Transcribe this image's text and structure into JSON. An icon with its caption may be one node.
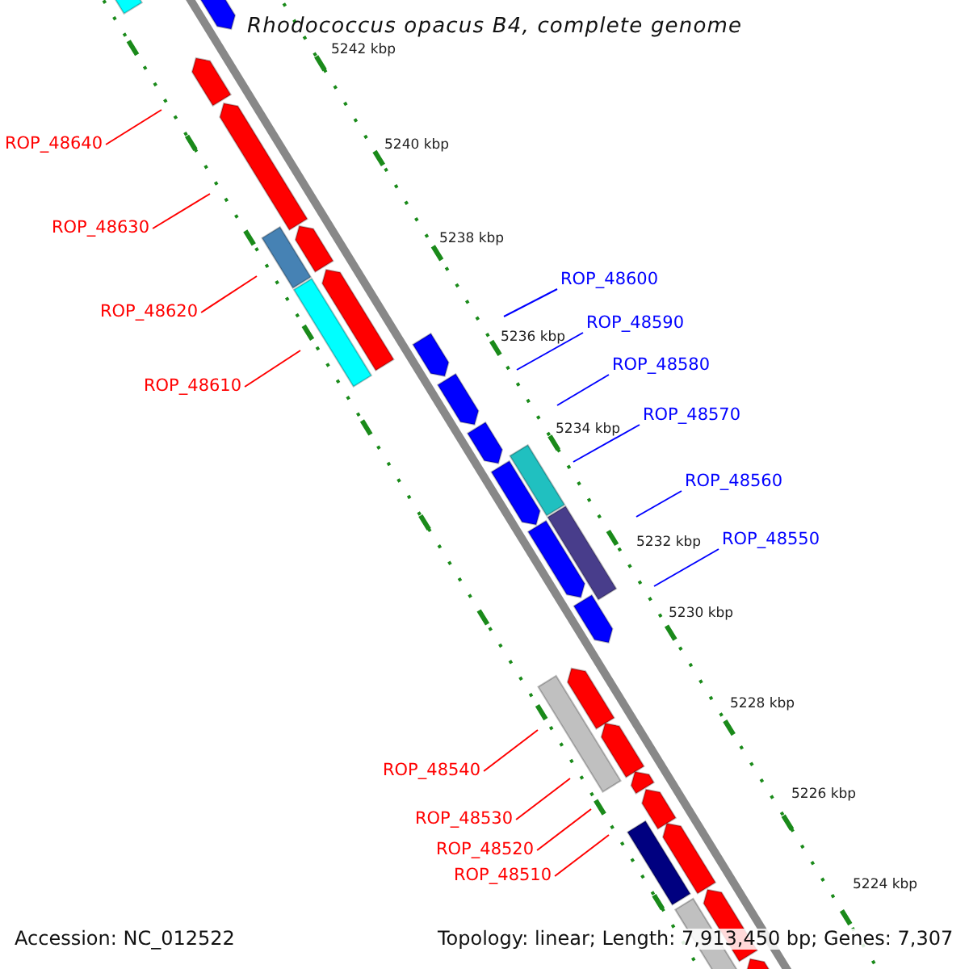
{
  "diagram": {
    "title": "Rhodococcus opacus B4, complete genome",
    "nodes": [
      {
        "text": [
          "ROP_48640"
        ]
      },
      {
        "text": [
          "ROP_48630"
        ]
      },
      {
        "text": [
          "ROP_48600"
        ]
      },
      {
        "text": [
          "ROP_48620"
        ]
      },
      {
        "text": [
          "ROP_48590"
        ]
      },
      {
        "text": [
          "ROP_48580"
        ]
      },
      {
        "text": [
          "ROP_48610"
        ]
      },
      {
        "text": [
          "ROP_48570"
        ]
      },
      {
        "text": [
          "ROP_48560"
        ]
      },
      {
        "text": [
          "ROP_48550"
        ]
      },
      {
        "text": [
          "ROP_48540"
        ]
      },
      {
        "text": [
          "ROP_48530"
        ]
      },
      {
        "text": [
          "ROP_48520"
        ]
      },
      {
        "text": [
          "ROP_48510"
        ]
      }
    ],
    "edges": [
      {
        "from": 0,
        "to": null,
        "arrow": "none"
      },
      {
        "from": 1,
        "to": null,
        "arrow": "none"
      },
      {
        "from": 2,
        "to": null,
        "arrow": "none",
        "color": "#0000ff"
      },
      {
        "from": 3,
        "to": null,
        "arrow": "none"
      },
      {
        "from": 4,
        "to": null,
        "arrow": "none",
        "color": "#0000ff"
      },
      {
        "from": 5,
        "to": null,
        "arrow": "none",
        "color": "#0000ff"
      },
      {
        "from": 6,
        "to": null,
        "arrow": "none"
      },
      {
        "from": 7,
        "to": null,
        "arrow": "none",
        "color": "#0000ff"
      },
      {
        "from": 8,
        "to": null,
        "arrow": "none",
        "color": "#0000ff"
      },
      {
        "from": 9,
        "to": null,
        "arrow": "none",
        "color": "#0000ff"
      },
      {
        "from": 10,
        "to": null,
        "arrow": "none"
      },
      {
        "from": 11,
        "to": null,
        "arrow": "none"
      },
      {
        "from": 12,
        "to": null,
        "arrow": "none"
      },
      {
        "from": 13,
        "to": null,
        "arrow": "none"
      }
    ],
    "labels": [
      "5242 kbp",
      "5240 kbp",
      "5238 kbp",
      "5236 kbp",
      "5234 kbp",
      "5232 kbp",
      "5230 kbp",
      "5228 kbp",
      "5226 kbp",
      "5224 kbp",
      "Accession: NC_012522",
      "Topology: linear; Length: 7,913,450 bp; Genes: 7,307"
    ]
  }
}
